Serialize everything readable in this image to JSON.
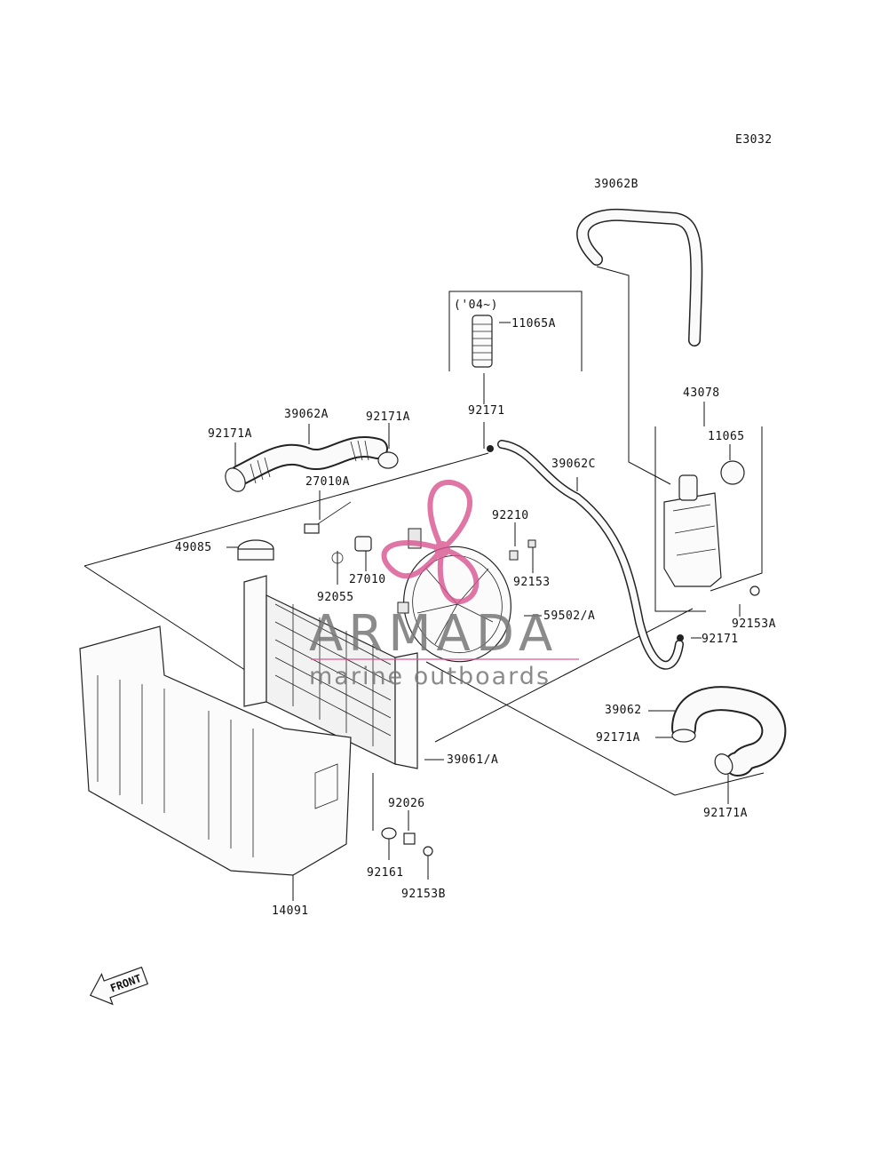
{
  "diagram_code": "E3032",
  "year_note": "('04~)",
  "labels": {
    "l39062B": "39062B",
    "l11065A": "11065A",
    "l92171_top": "92171",
    "l39062A": "39062A",
    "l92171A_left": "92171A",
    "l92171A_mid": "92171A",
    "l27010A": "27010A",
    "l49085": "49085",
    "l92055": "92055",
    "l27010": "27010",
    "l92210": "92210",
    "l92153": "92153",
    "l39062C": "39062C",
    "l43078": "43078",
    "l11065": "11065",
    "l92153A": "92153A",
    "l92171_right": "92171",
    "l59502": "59502/A",
    "l39062": "39062",
    "l92171A_r1": "92171A",
    "l92171A_r2": "92171A",
    "l39061": "39061/A",
    "l92026": "92026",
    "l92161": "92161",
    "l92153B": "92153B",
    "l14091": "14091"
  },
  "front_label": "FRONT",
  "watermark": {
    "title": "ARMADA",
    "subtitle": "marine outboards",
    "logo_color": "#d9548f"
  }
}
